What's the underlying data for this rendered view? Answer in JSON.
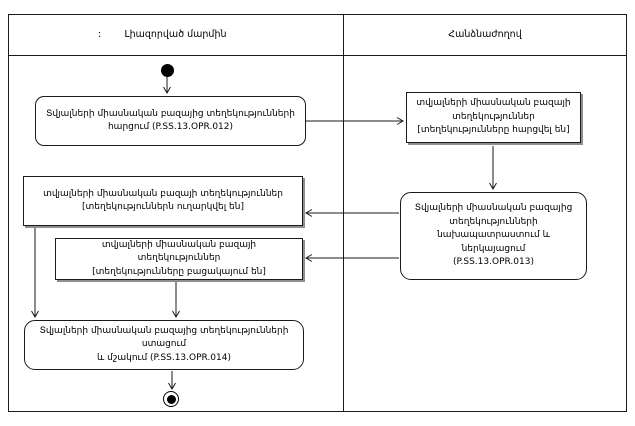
{
  "header": {
    "left_lane_mark": ":",
    "left_lane": "Լիազորված մարմին",
    "right_lane": "Հանձնաժողով"
  },
  "nodes": {
    "opr012": {
      "label": "Տվյալների միասնական բազայից տեղեկությունների\nհարցում (P.SS.13.OPR.012)"
    },
    "info_requested": {
      "title": "տվյալների միասնական բազայի\nտեղեկություններ",
      "state": "[տեղեկությունները հարցվել են]"
    },
    "opr013": {
      "label": "Տվյալների միասնական բազայից\nտեղեկությունների\nնախապատրաստում և\nներկայացում\n(P.SS.13.OPR.013)"
    },
    "info_sent": {
      "title": "տվյալների միասնական բազայի տեղեկություններ",
      "state": "[տեղեկություններն ուղարկվել են]"
    },
    "info_absent": {
      "title": "տվյալների միասնական բազայի տեղեկություններ",
      "state": "[տեղեկությունները բացակայում են]"
    },
    "opr014": {
      "label": "Տվյալների միասնական բազայից տեղեկությունների ստացում\nև մշակում (P.SS.13.OPR.014)"
    }
  },
  "colors": {
    "line": "#1a1a1a",
    "shadow": "#8f8f8f",
    "background": "#ffffff"
  }
}
